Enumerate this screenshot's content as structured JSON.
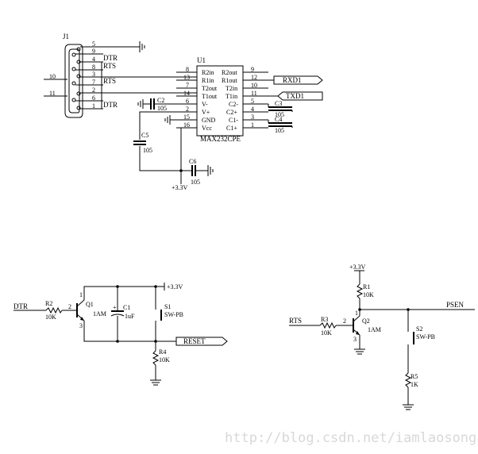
{
  "connector": {
    "ref": "J1",
    "pins": [
      {
        "num": "5",
        "net": ""
      },
      {
        "num": "9",
        "net": ""
      },
      {
        "num": "4",
        "net": "DTR"
      },
      {
        "num": "8",
        "net": "RTS"
      },
      {
        "num": "3",
        "net": ""
      },
      {
        "num": "7",
        "net": "RTS"
      },
      {
        "num": "2",
        "net": ""
      },
      {
        "num": "6",
        "net": ""
      },
      {
        "num": "1",
        "net": "DTR"
      }
    ],
    "wire_labels": [
      "10",
      "11"
    ]
  },
  "ic": {
    "ref": "U1",
    "part": "MAX232CPE",
    "left_pins": [
      {
        "num": "8",
        "name": "R2in"
      },
      {
        "num": "13",
        "name": "R1in"
      },
      {
        "num": "7",
        "name": "T2out"
      },
      {
        "num": "14",
        "name": "T1out"
      },
      {
        "num": "6",
        "name": "V-"
      },
      {
        "num": "2",
        "name": "V+"
      },
      {
        "num": "15",
        "name": "GND"
      },
      {
        "num": "16",
        "name": "Vcc"
      }
    ],
    "right_pins": [
      {
        "num": "9",
        "name": "R2out"
      },
      {
        "num": "12",
        "name": "R1out"
      },
      {
        "num": "10",
        "name": "T2in"
      },
      {
        "num": "11",
        "name": "T1in"
      },
      {
        "num": "5",
        "name": "C2-"
      },
      {
        "num": "4",
        "name": "C2+"
      },
      {
        "num": "3",
        "name": "C1-"
      },
      {
        "num": "1",
        "name": "C1+"
      }
    ]
  },
  "nets": {
    "rxd": "RXD1",
    "txd": "TXD1",
    "reset": "RESET",
    "psen": "PSEN",
    "dtr": "DTR",
    "rts": "RTS",
    "vcc_top": "+3.3V",
    "vcc_left": "+3.3V",
    "vcc_right": "+3.3V"
  },
  "caps": {
    "c2": {
      "ref": "C2",
      "value": "105"
    },
    "c3": {
      "ref": "C3",
      "value": "105"
    },
    "c4": {
      "ref": "C4",
      "value": "105"
    },
    "c5": {
      "ref": "C5",
      "value": "105"
    },
    "c6": {
      "ref": "C6",
      "value": "105"
    },
    "c1": {
      "ref": "C1",
      "value": "1uF"
    }
  },
  "reset_circuit": {
    "r2": {
      "ref": "R2",
      "value": "10K"
    },
    "q1": {
      "ref": "Q1",
      "value": "1AM"
    },
    "s1": {
      "ref": "S1",
      "value": "SW-PB"
    },
    "r4": {
      "ref": "R4",
      "value": "10K"
    },
    "q1_pins": [
      "3",
      "2",
      "1"
    ]
  },
  "psen_circuit": {
    "r1": {
      "ref": "R1",
      "value": "10K"
    },
    "r3": {
      "ref": "R3",
      "value": "10K"
    },
    "q2": {
      "ref": "Q2",
      "value": "1AM"
    },
    "s2": {
      "ref": "S2",
      "value": "SW-PB"
    },
    "r5": {
      "ref": "R5",
      "value": "1K"
    },
    "q2_pins": [
      "2",
      "1",
      "3"
    ]
  },
  "watermark": "http://blog.csdn.net/iamlaosong"
}
